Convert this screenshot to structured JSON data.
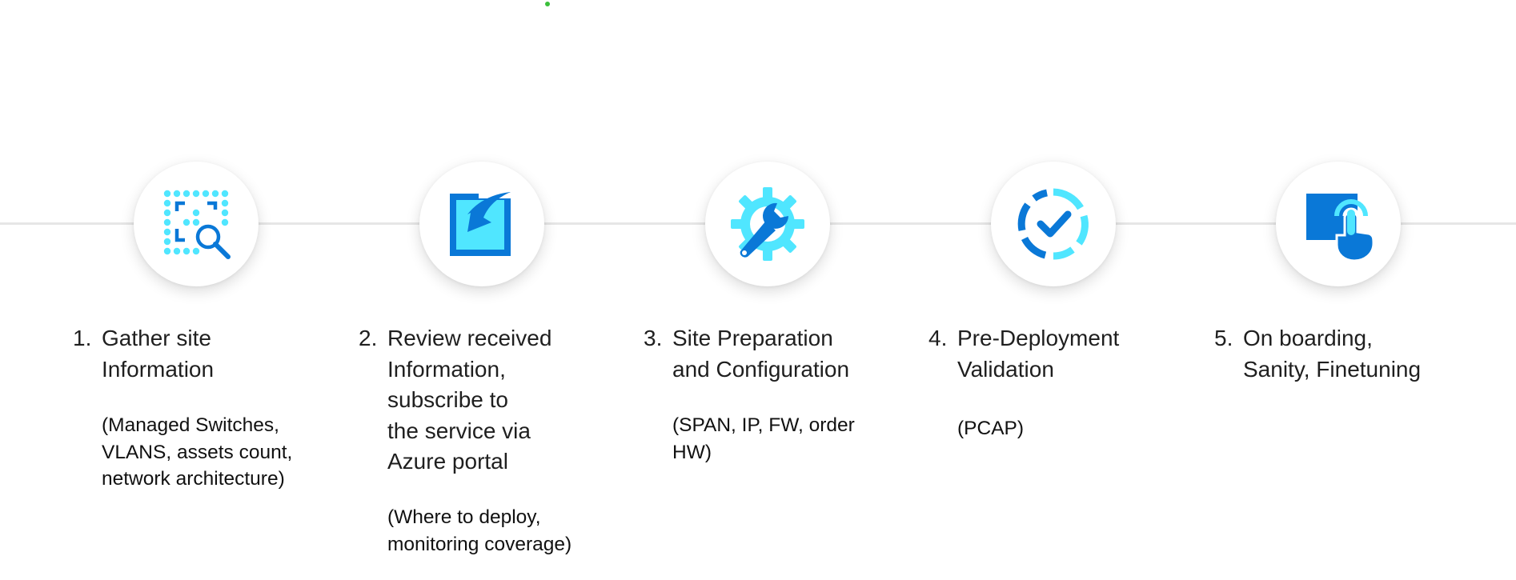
{
  "colors": {
    "accent_dark": "#0a78d7",
    "accent_light": "#50e6ff",
    "line": "#e6e6e6"
  },
  "steps": [
    {
      "number": "1.",
      "title_lines": [
        "Gather site",
        "Information"
      ],
      "detail_lines": [
        "(Managed Switches,",
        "VLANS, assets count,",
        "network architecture)"
      ],
      "icon": "site-scan-search-icon"
    },
    {
      "number": "2.",
      "title_lines": [
        "Review received",
        "Information,",
        "subscribe to",
        "the service via",
        "Azure portal"
      ],
      "detail_lines": [
        "(Where to deploy,",
        "monitoring coverage)"
      ],
      "icon": "review-subscribe-icon"
    },
    {
      "number": "3.",
      "title_lines": [
        "Site Preparation",
        "and Configuration"
      ],
      "detail_lines": [
        "(SPAN, IP, FW, order",
        "HW)"
      ],
      "icon": "gear-wrench-icon"
    },
    {
      "number": "4.",
      "title_lines": [
        "Pre-Deployment",
        "Validation"
      ],
      "detail_lines": [
        "(PCAP)"
      ],
      "icon": "validation-check-icon"
    },
    {
      "number": "5.",
      "title_lines": [
        "On boarding,",
        "Sanity, Finetuning"
      ],
      "detail_lines": [],
      "icon": "touch-onboarding-icon"
    }
  ]
}
